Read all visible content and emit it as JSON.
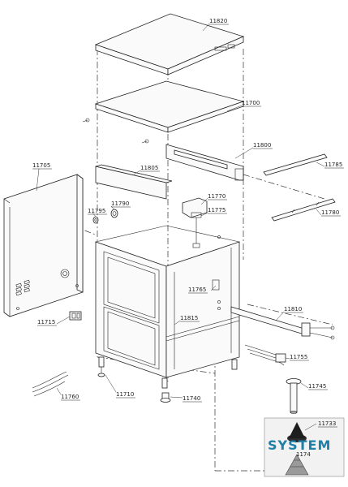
{
  "parts": {
    "p11820": "11820",
    "p11700": "11700",
    "p11800": "11800",
    "p11785": "11785",
    "p11705": "11705",
    "p11805": "11805",
    "p11770": "11770",
    "p11790": "11790",
    "p11795": "11795",
    "p11775": "11775",
    "p11780": "11780",
    "p11765": "11765",
    "p11810": "11810",
    "p11815": "11815",
    "p11715": "11715",
    "p11755": "11755",
    "p11745": "11745",
    "p11760": "11760",
    "p11710": "11710",
    "p11740": "11740",
    "p11733": "11733",
    "p11747": "1174"
  },
  "watermark": {
    "text": "SYSTEM"
  },
  "colors": {
    "line": "#222222",
    "watermark": "#1f7fa8",
    "background": "#ffffff"
  }
}
